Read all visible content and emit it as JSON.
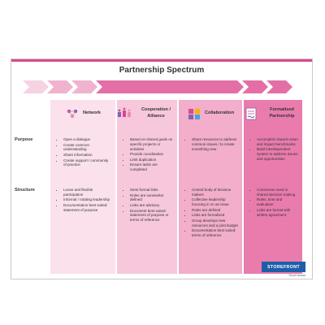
{
  "title": "Partnership Spectrum",
  "colors": {
    "accent": "#d64a8e",
    "network_bg": "#fbe1ec",
    "cooperation_bg": "#f7c8dc",
    "collaboration_bg": "#f2aecb",
    "formalised_bg": "#ea7cad",
    "arrow_1": "#f6d2e2",
    "arrow_2": "#f0b3cf",
    "arrow_3": "#e36fa6",
    "logo_blue": "#1e5ea8"
  },
  "rows": {
    "purpose": "Purpose",
    "structure": "Structure"
  },
  "columns": [
    {
      "label": "Network",
      "icon": "people-network-icon",
      "purpose": [
        "Open a dialogue",
        "Create common understanding",
        "Share information",
        "Create support / community of practice"
      ],
      "structure": [
        "Loose and flexible participation",
        "Informal / rotating leadership",
        "Documentation best suited: statement of purpose"
      ]
    },
    {
      "label": "Cooperation / Alliance",
      "icon": "handshake-group-icon",
      "purpose": [
        "Based on shared goals on specific projects or activities",
        "Provide coordination",
        "Limit duplication",
        "Ensure tasks are completed"
      ],
      "structure": [
        "Semi-formal links",
        "Roles are somewhat defined",
        "Links are advisory",
        "Document best suited: statement of purpose or terms of reference"
      ]
    },
    {
      "label": "Collaboration",
      "icon": "puzzle-team-icon",
      "purpose": [
        "Share resources to address common issues / to create something new"
      ],
      "structure": [
        "Central body of decision makers",
        "Collective leadership focusing in on an issue",
        "Roles are defined",
        "Links are formalized",
        "Group develops new resources and a joint budget",
        "Documentation best suited: terms of reference"
      ]
    },
    {
      "label": "Formalised Partnership",
      "icon": "signed-agreement-icon",
      "purpose": [
        "Accomplish shared vision and impact benchmarks",
        "Build interdependent system to address issues and opportunities"
      ],
      "structure": [
        "Consensus used in shared decision making",
        "Roles, time and evaluation",
        "Links are formal with written agreement"
      ]
    }
  ],
  "logo": {
    "text": "STOREFRONT",
    "sub": "TelusCanada"
  }
}
